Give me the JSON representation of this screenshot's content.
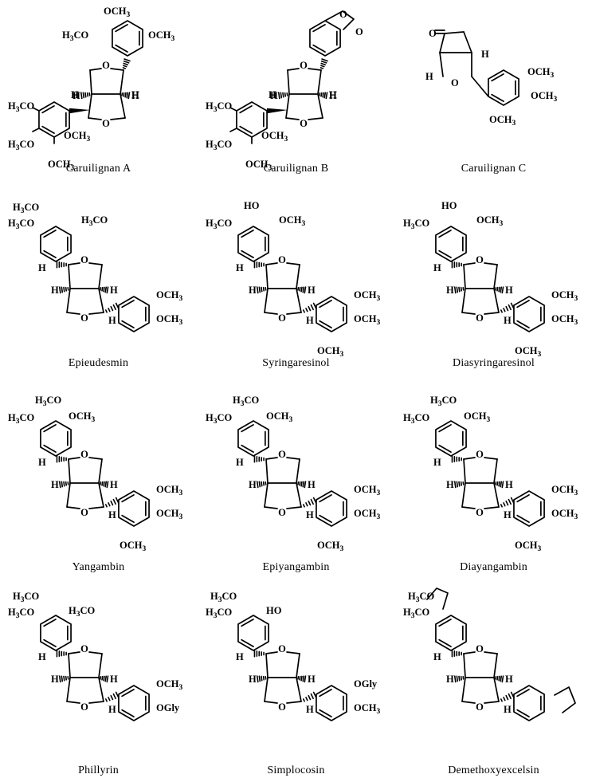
{
  "compounds": [
    {
      "name": "Caruilignan A",
      "labels": {
        "top1": "OCH3",
        "top2": "H3CO",
        "top3": "OCH3",
        "l1": "H3CO",
        "l2": "H3CO",
        "l3": "OCH3",
        "ome": "OCH3",
        "h1": "H",
        "h2": "H"
      }
    },
    {
      "name": "Caruilignan B",
      "labels": {
        "l1": "H3CO",
        "l2": "H3CO",
        "l3": "OCH3",
        "ome": "OCH3",
        "h1": "H",
        "h2": "H",
        "o1": "O",
        "o2": "O"
      }
    },
    {
      "name": "Caruilignan C",
      "labels": {
        "r1": "OCH3",
        "r2": "OCH3",
        "r3": "OCH3",
        "h1": "H",
        "h2": "H",
        "o": "O"
      }
    },
    {
      "name": "Epieudesmin",
      "labels": {
        "t1": "H3CO",
        "t2": "H3CO",
        "r1": "OCH3",
        "r2": "OCH3",
        "h1": "H",
        "h2": "H",
        "h3": "H",
        "h4": "H"
      }
    },
    {
      "name": "Syringaresinol",
      "labels": {
        "t0": "HO",
        "t1": "H3CO",
        "t2": "OCH3",
        "r1": "OCH3",
        "r2": "OCH3",
        "r3": "OCH3",
        "h1": "H",
        "h2": "H",
        "h3": "H",
        "h4": "H"
      }
    },
    {
      "name": "Diasyringaresinol",
      "labels": {
        "t0": "HO",
        "t1": "H3CO",
        "t2": "OCH3",
        "r1": "OCH3",
        "r2": "OCH3",
        "r3": "OCH3",
        "h1": "H",
        "h2": "H",
        "h3": "H",
        "h4": "H"
      }
    },
    {
      "name": "Yangambin",
      "labels": {
        "t0": "H3CO",
        "t1": "H3CO",
        "t2": "OCH3",
        "r1": "OCH3",
        "r2": "OCH3",
        "r3": "OCH3",
        "h1": "H",
        "h2": "H",
        "h3": "H",
        "h4": "H"
      }
    },
    {
      "name": "Epiyangambin",
      "labels": {
        "t0": "H3CO",
        "t1": "H3CO",
        "t2": "OCH3",
        "r1": "OCH3",
        "r2": "OCH3",
        "r3": "OCH3",
        "h1": "H",
        "h2": "H",
        "h3": "H",
        "h4": "H"
      }
    },
    {
      "name": "Diayangambin",
      "labels": {
        "t0": "H3CO",
        "t1": "H3CO",
        "t2": "OCH3",
        "r1": "OCH3",
        "r2": "OCH3",
        "r3": "OCH3",
        "h1": "H",
        "h2": "H",
        "h3": "H",
        "h4": "H"
      }
    },
    {
      "name": "Phillyrin",
      "labels": {
        "t1": "H3CO",
        "t2": "H3CO",
        "r1": "OCH3",
        "r2": "OGly",
        "h1": "H",
        "h2": "H",
        "h3": "H",
        "h4": "H"
      }
    },
    {
      "name": "Simplocosin",
      "labels": {
        "t1": "H3CO",
        "t2": "HO",
        "r1": "OGly",
        "r2": "OCH3",
        "h1": "H",
        "h2": "H",
        "h3": "H",
        "h4": "H"
      }
    },
    {
      "name": "Demethoxyexcelsin",
      "labels": {
        "t1": "H3CO",
        "h1": "H",
        "h2": "H",
        "h3": "H",
        "h4": "H"
      }
    }
  ],
  "ring_atom": "O"
}
